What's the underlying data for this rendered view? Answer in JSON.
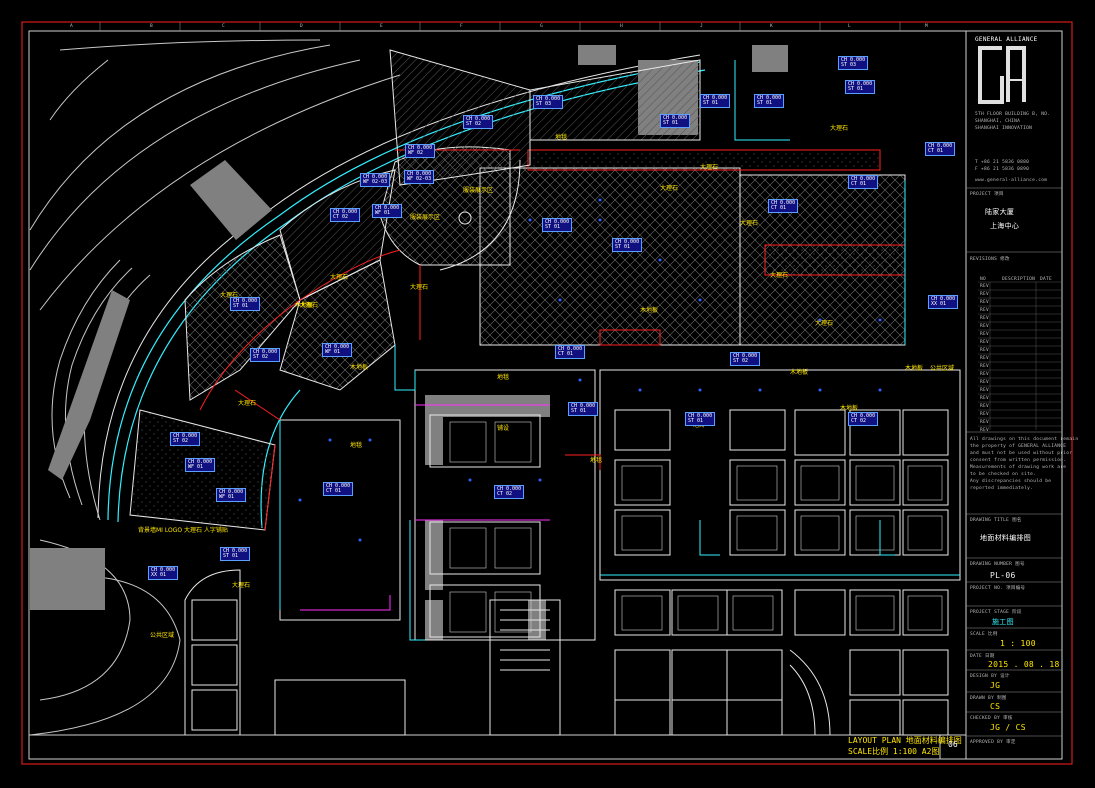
{
  "title_block": {
    "brand": "GENERAL ALLIANCE",
    "address_lines": [
      "5TH FLOOR BUILDING B, NO.",
      "SHANGHAI, CHINA",
      "SHANGHAI INNOVATION"
    ],
    "contact_lines": [
      "T +86 21 5836 0880",
      "F +86 21 5836 0890",
      "www.general-alliance.com"
    ],
    "project_label": "PROJECT 项目",
    "project_name_1": "陆家大厦",
    "project_name_2": "上海中心",
    "revisions_label": "REVISIONS 修改",
    "revision_headers": [
      "NO",
      "DESCRIPTION",
      "DATE"
    ],
    "revision_rows": [
      "REV",
      "REV",
      "REV",
      "REV",
      "REV",
      "REV",
      "REV",
      "REV",
      "REV",
      "REV",
      "REV",
      "REV",
      "REV",
      "REV",
      "REV",
      "REV",
      "REV",
      "REV",
      "REV"
    ],
    "notes_lines": [
      "All drawings on this document remain",
      "the property of GENERAL ALLIANCE",
      "and must not be used without prior",
      "consent from written permission.",
      "Measurements of drawing work are",
      "to be checked on site.",
      "Any discrepancies should be",
      "reported immediately."
    ],
    "drawing_title_label": "DRAWING TITLE 图名",
    "drawing_title": "地面材料编排图",
    "drawing_number_label": "DRAWING NUMBER 图号",
    "drawing_number": "PL-06",
    "project_no_label": "PROJECT NO. 项目编号",
    "project_stage_label": "PROJECT STAGE 阶段",
    "project_stage": "施工图",
    "scale_label": "SCALE 比例",
    "scale": "1 : 100",
    "date_label": "DATE 日期",
    "date": "2015 . 08 . 18",
    "design_label": "DESIGN BY 设计",
    "design": "JG",
    "drawn_label": "DRAWN BY 制图",
    "drawn": "CS",
    "checked_label": "CHECKED BY 审核",
    "checked": "JG / CS",
    "approved_label": "APPROVED BY 审定"
  },
  "footer": {
    "layout_plan": "LAYOUT PLAN 地面材料编排图",
    "scale_line": "SCALE比例 1:100  A2图",
    "sheet_no": "06"
  },
  "grid_letters": [
    "A",
    "B",
    "C",
    "D",
    "E",
    "F",
    "G",
    "H",
    "J",
    "K",
    "L",
    "M"
  ],
  "room_labels": [
    "大理石",
    "大理石",
    "大理石",
    "大理石",
    "大理石",
    "大理石",
    "大理石",
    "大理石",
    "大理石",
    "大理石",
    "大理石",
    "大理石",
    "木地板",
    "木地板",
    "木地板",
    "木地板",
    "木地板",
    "木地板",
    "地毯",
    "地毯",
    "地毯",
    "地毯",
    "公共区域",
    "公共区域",
    "服装展示区",
    "服装展示区",
    "地砖",
    "铺设",
    "背景墙MI LOGO 大理石 人字铺贴"
  ],
  "tags": [
    {
      "a": "CH 0.000",
      "b": "ST 03"
    },
    {
      "a": "CH 0.000",
      "b": "ST 01"
    },
    {
      "a": "CH 0.000",
      "b": "WF 02"
    },
    {
      "a": "CH 0.000",
      "b": "WF 02-03"
    },
    {
      "a": "CH 0.000",
      "b": "WF 02-03"
    },
    {
      "a": "CH 0.000",
      "b": "ST 02"
    },
    {
      "a": "CH 0.000",
      "b": "WF 01"
    },
    {
      "a": "CH 0.000",
      "b": "ST 01"
    },
    {
      "a": "CH 0.000",
      "b": "CT 02"
    },
    {
      "a": "CH 0.000",
      "b": "ST 03"
    },
    {
      "a": "CH 0.000",
      "b": "ST 01"
    },
    {
      "a": "CH 0.000",
      "b": "ST 01"
    },
    {
      "a": "CH 0.000",
      "b": "XX 01"
    },
    {
      "a": "CH 0.000",
      "b": "WF 01"
    },
    {
      "a": "CH 0.000",
      "b": "ST 01"
    },
    {
      "a": "CH 0.000",
      "b": "ST 02"
    },
    {
      "a": "CH 0.000",
      "b": "CT 01"
    },
    {
      "a": "CH 0.000",
      "b": "ST 01"
    },
    {
      "a": "CH 0.000",
      "b": "ST 01"
    },
    {
      "a": "CH 0.000",
      "b": "ST 02"
    },
    {
      "a": "CH 0.000",
      "b": "CT 02"
    },
    {
      "a": "CH 0.000",
      "b": "CT 01"
    },
    {
      "a": "CH 0.000",
      "b": "CT 02"
    },
    {
      "a": "CH 0.000",
      "b": "CT 01"
    },
    {
      "a": "CH 0.000",
      "b": "CT 01"
    },
    {
      "a": "CH 0.000",
      "b": "CT 01"
    },
    {
      "a": "CH 0.000",
      "b": "ST 01"
    },
    {
      "a": "CH 0.000",
      "b": "ST 01"
    },
    {
      "a": "CH 0.000",
      "b": "XX 01"
    },
    {
      "a": "CH 0.000",
      "b": "ST 02"
    },
    {
      "a": "CH 0.000",
      "b": "WF 01"
    },
    {
      "a": "CH 0.000",
      "b": "WF 01"
    },
    {
      "a": "CH 0.000",
      "b": "ST 01"
    }
  ],
  "colors": {
    "background": "#000000",
    "frame_red": "#ff2020",
    "wall_white": "#e8e8e8",
    "glazing_cyan": "#33f0ff",
    "label_yellow": "#ffe600",
    "tag_fill": "#101080",
    "tag_border": "#5aa0ff",
    "solid_grey": "#808080",
    "magenta": "#ff30ff"
  }
}
